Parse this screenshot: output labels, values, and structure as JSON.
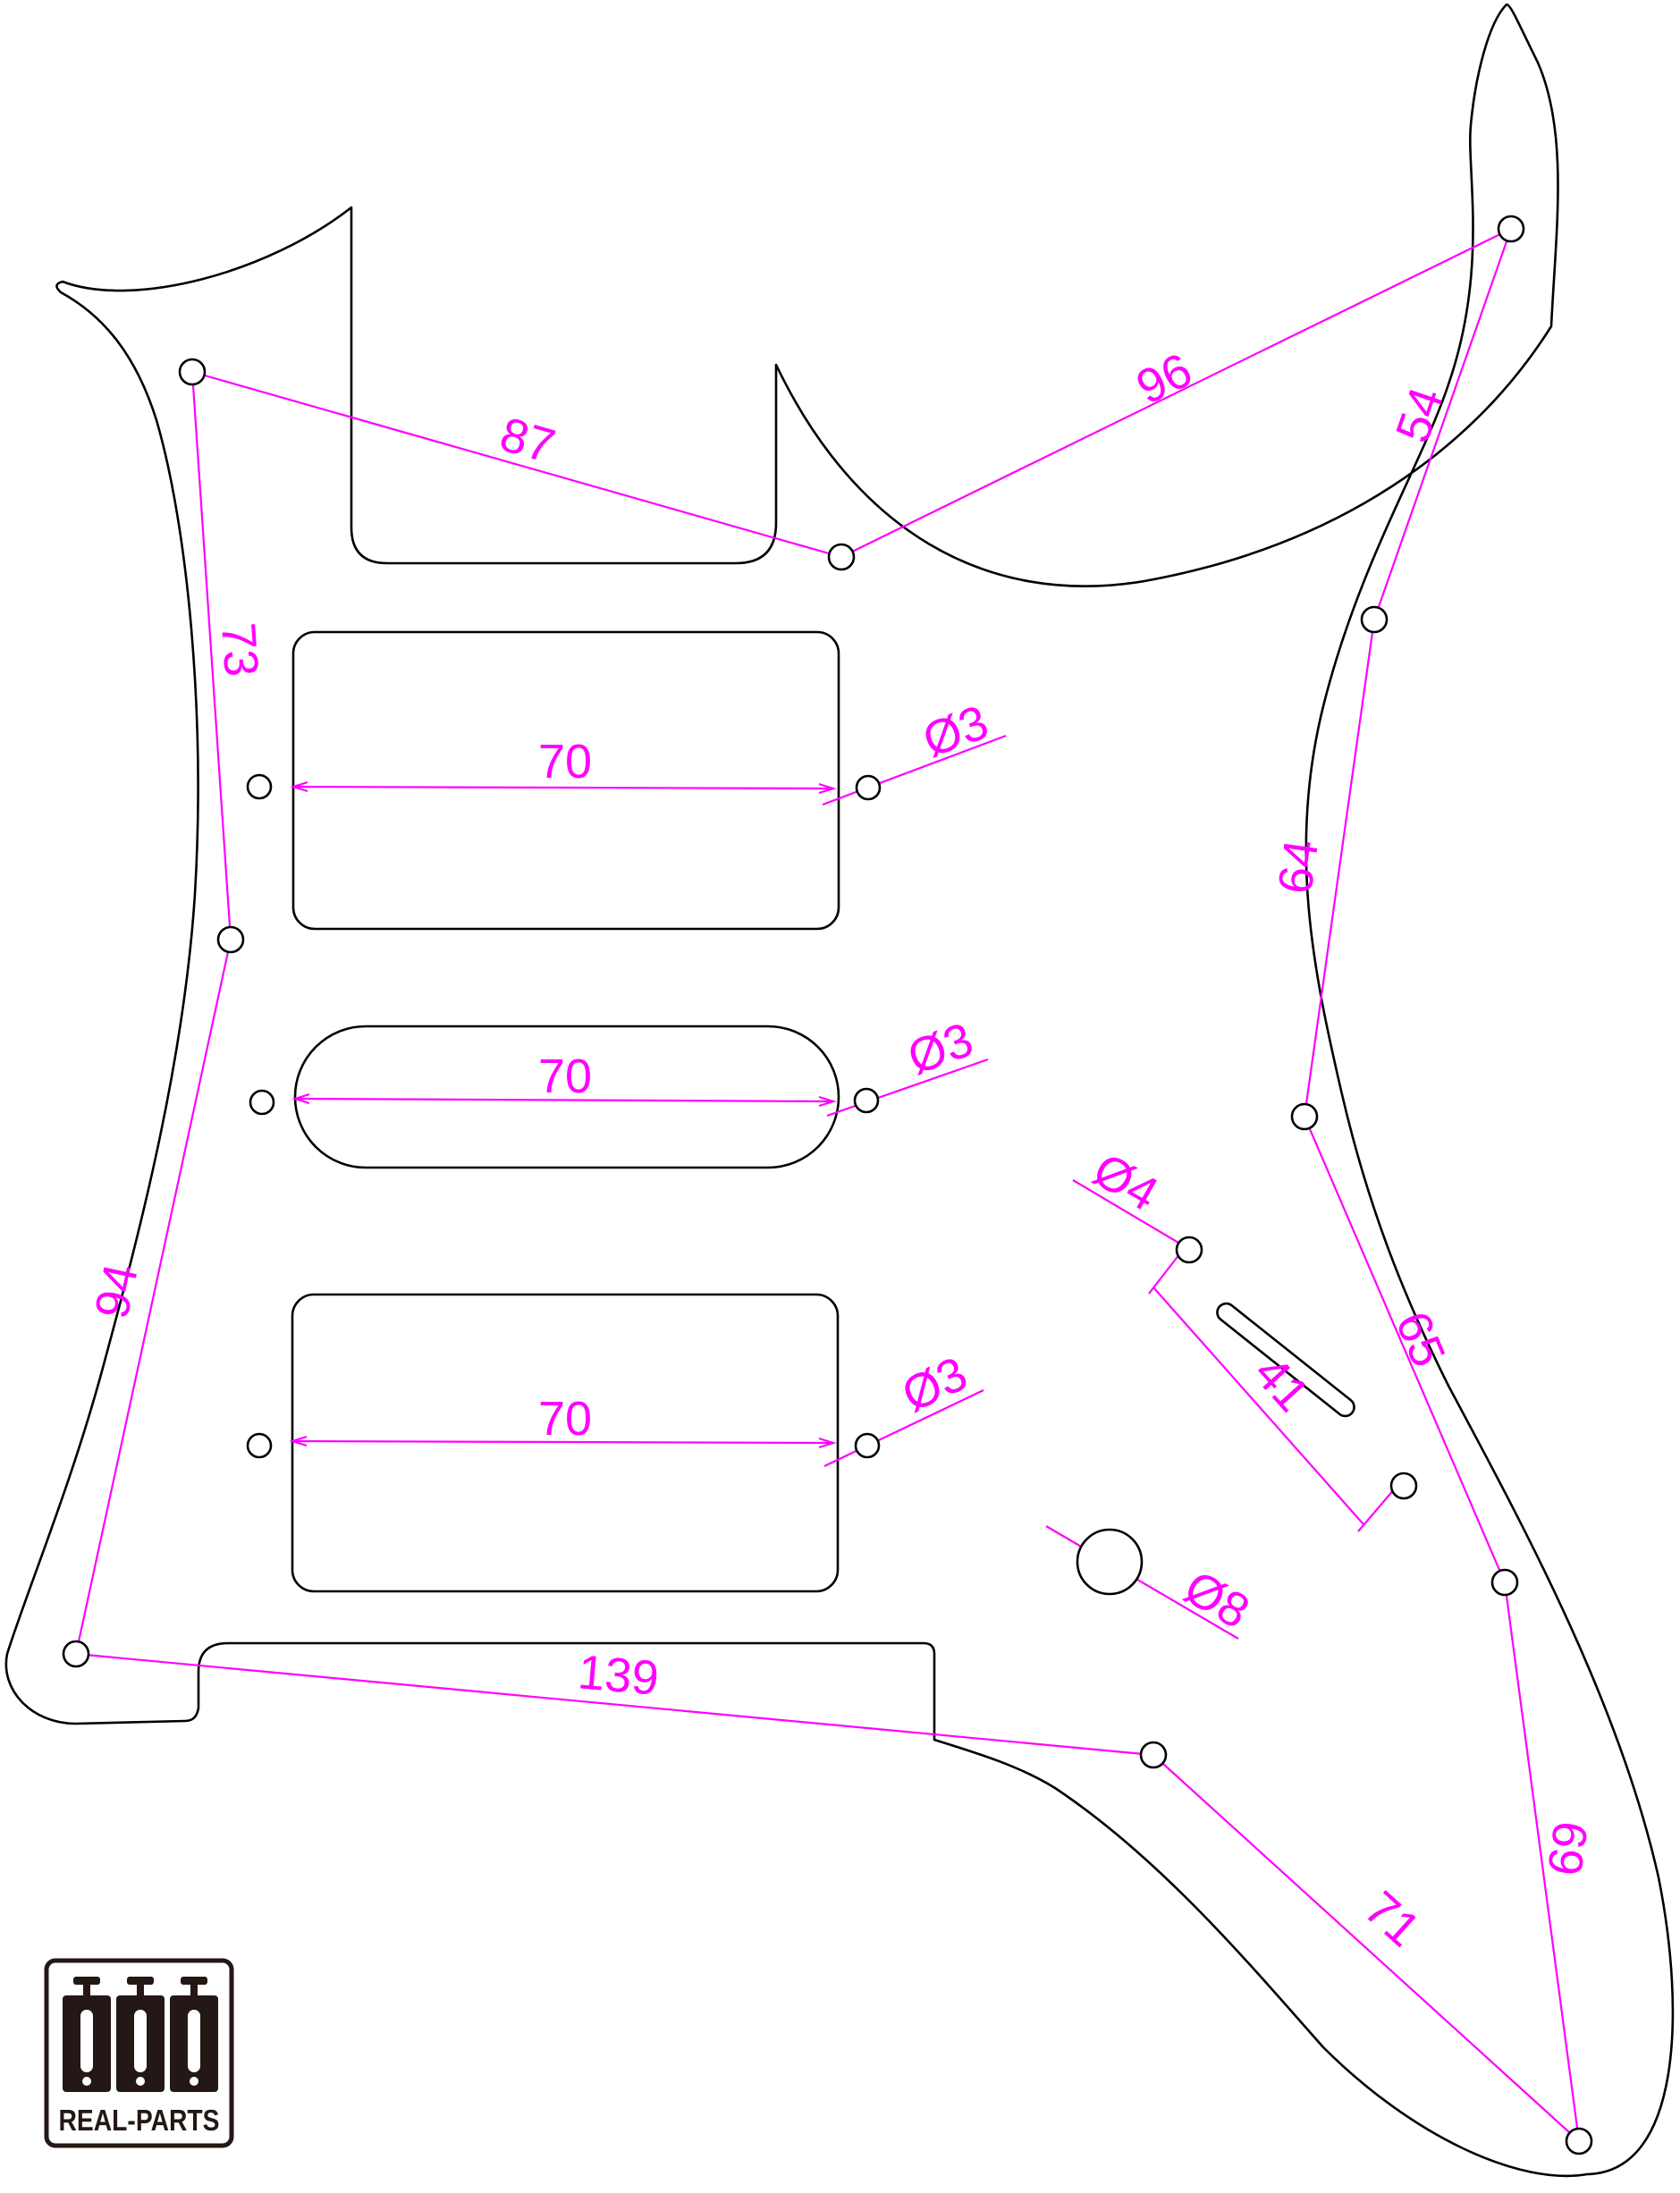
{
  "colors": {
    "outline": "#000000",
    "dimension": "#ff00ff",
    "background": "#ffffff"
  },
  "dimensions": {
    "mount_87": "87",
    "mount_96": "96",
    "mount_73": "73",
    "mount_54": "54",
    "mount_64": "64",
    "mount_94": "94",
    "mount_65": "65",
    "mount_139": "139",
    "mount_71": "71",
    "mount_69": "69",
    "pickup_neck_width": "70",
    "pickup_middle_width": "70",
    "pickup_bridge_width": "70",
    "neck_hole_dia": "Ø3",
    "middle_hole_dia": "Ø3",
    "bridge_hole_dia": "Ø3",
    "switch_hole_dia": "Ø4",
    "switch_slot_length": "41",
    "jack_hole_dia": "Ø8"
  },
  "logo": {
    "text": "REAL-PARTS"
  }
}
